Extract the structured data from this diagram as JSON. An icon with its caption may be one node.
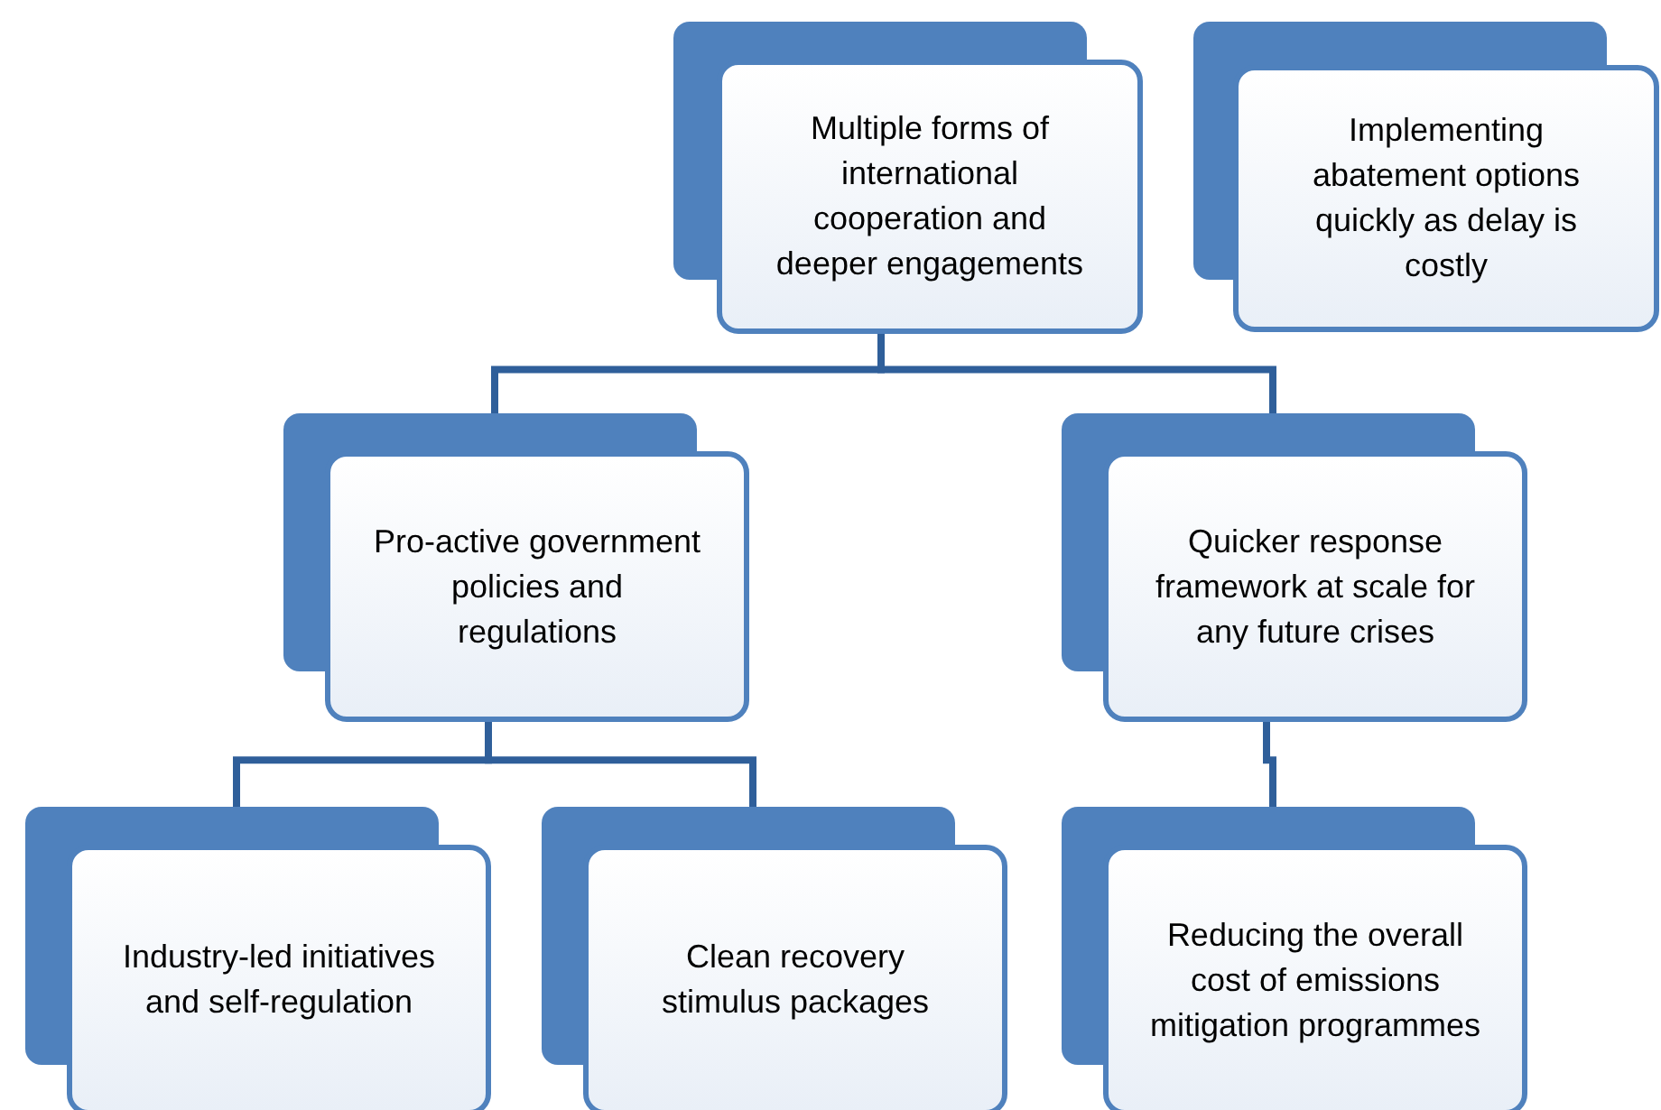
{
  "diagram": {
    "nodes": [
      {
        "text": [
          "Multiple forms of international cooperation and deeper engagements"
        ]
      },
      {
        "text": [
          "Implementing abatement options quickly as delay is costly"
        ]
      },
      {
        "text": [
          "Pro-active government policies and regulations"
        ]
      },
      {
        "text": [
          "Quicker response framework at scale for any future crises"
        ]
      },
      {
        "text": [
          "Industry-led initiatives and self-regulation"
        ]
      },
      {
        "text": [
          "Clean recovery stimulus packages"
        ]
      },
      {
        "text": [
          "Reducing the overall cost of emissions mitigation programmes"
        ]
      }
    ],
    "edges": [
      {
        "from": 0,
        "to": 2,
        "arrow": "none"
      },
      {
        "from": 0,
        "to": 3,
        "arrow": "none"
      },
      {
        "from": 2,
        "to": 4,
        "arrow": "none"
      },
      {
        "from": 2,
        "to": 5,
        "arrow": "none"
      },
      {
        "from": 3,
        "to": 6,
        "arrow": "none"
      }
    ]
  }
}
